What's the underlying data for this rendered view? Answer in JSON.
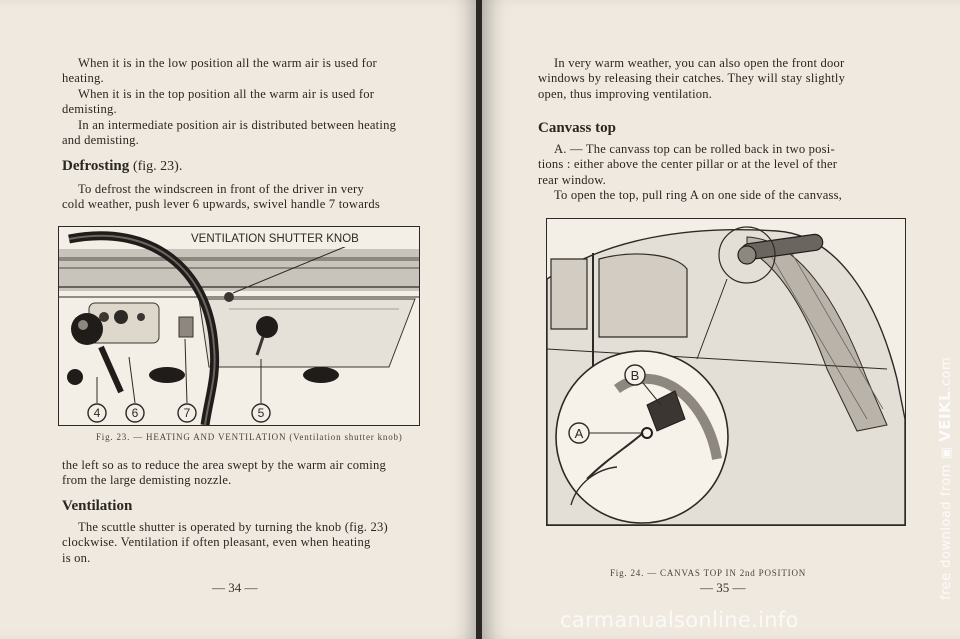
{
  "left_page": {
    "paragraphs": [
      [
        "When it is in the low position all the warm air is used for",
        "heating."
      ],
      [
        "When it is in the top position all the warm air is used for",
        "demisting."
      ],
      [
        "In an intermediate position air is distributed between heating",
        "and demisting."
      ]
    ],
    "defrosting": {
      "heading": "Defrosting",
      "heading_ref": "(fig. 23).",
      "lines": [
        "To defrost the windscreen in front of the driver in very",
        "cold weather, push lever 6 upwards, swivel handle 7 towards"
      ]
    },
    "figure": {
      "label": "VENTILATION SHUTTER KNOB",
      "callouts": [
        "4",
        "6",
        "7",
        "5"
      ],
      "caption": "Fig. 23. — HEATING AND VENTILATION (Ventilation shutter knob)"
    },
    "after_figure_lines": [
      "the left so as to reduce the area swept by the warm air coming",
      "from the large demisting nozzle."
    ],
    "ventilation": {
      "heading": "Ventilation",
      "lines": [
        "The scuttle shutter is operated by turning the knob (fig. 23)",
        "clockwise. Ventilation if often pleasant, even when heating",
        "is on."
      ]
    },
    "page_number": "— 34 —"
  },
  "right_page": {
    "intro_lines": [
      "In very warm weather, you can also open the front door",
      "windows by releasing their catches. They will stay slightly",
      "open, thus improving ventilation."
    ],
    "canvas_top": {
      "heading": "Canvass top",
      "lines": [
        "A. — The canvass top can be rolled back in two posi-",
        "tions : either above the center pillar or at the level of ther",
        "rear window."
      ],
      "open_line": "To open the top, pull ring A on one side of the canvass,"
    },
    "figure": {
      "callouts": [
        "B",
        "A"
      ],
      "caption": "Fig. 24. — CANVAS TOP IN 2nd POSITION"
    },
    "page_number": "— 35 —"
  },
  "watermarks": {
    "side_prefix": "free download from",
    "side_brand": "VEIKL",
    "side_suffix": ".com",
    "bottom": "carmanualsonline.info"
  }
}
